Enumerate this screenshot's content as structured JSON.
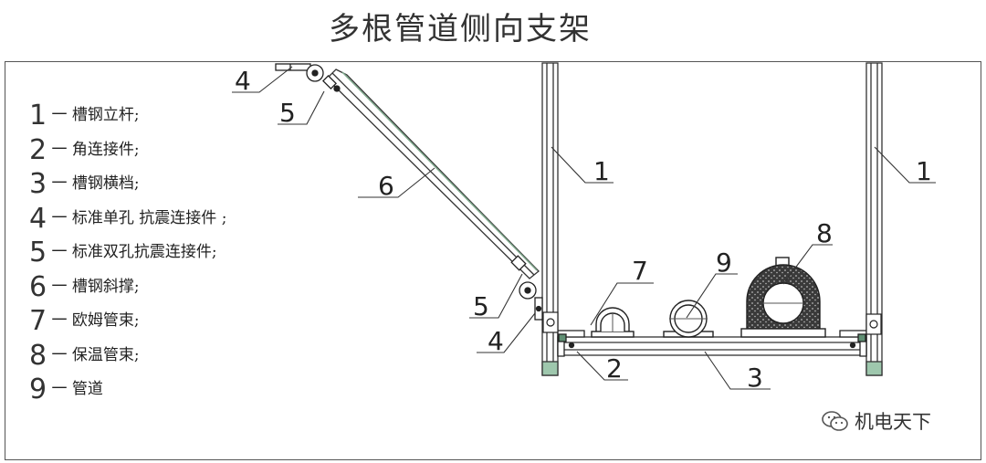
{
  "title": "多根管道侧向支架",
  "legend": [
    {
      "num": "1",
      "text": "一  槽钢立杆;"
    },
    {
      "num": "2",
      "text": "一  角连接件;"
    },
    {
      "num": "3",
      "text": "一  槽钢横档;"
    },
    {
      "num": "4",
      "text": "一  标准单孔    抗震连接件    ;"
    },
    {
      "num": "5",
      "text": "一  标准双孔抗震连接件;"
    },
    {
      "num": "6",
      "text": "一  槽钢斜撑;"
    },
    {
      "num": "7",
      "text": "一  欧姆管束;"
    },
    {
      "num": "8",
      "text": "一  保温管束;"
    },
    {
      "num": "9",
      "text": "一  管道"
    }
  ],
  "callouts": {
    "c4_top": "4",
    "c5_top": "5",
    "c6": "6",
    "c1_left": "1",
    "c1_right": "1",
    "c5_bottom": "5",
    "c4_bottom": "4",
    "c7": "7",
    "c9": "9",
    "c8": "8",
    "c2": "2",
    "c3": "3"
  },
  "brand": {
    "text": "机电天下",
    "icon": "wechat-icon"
  }
}
